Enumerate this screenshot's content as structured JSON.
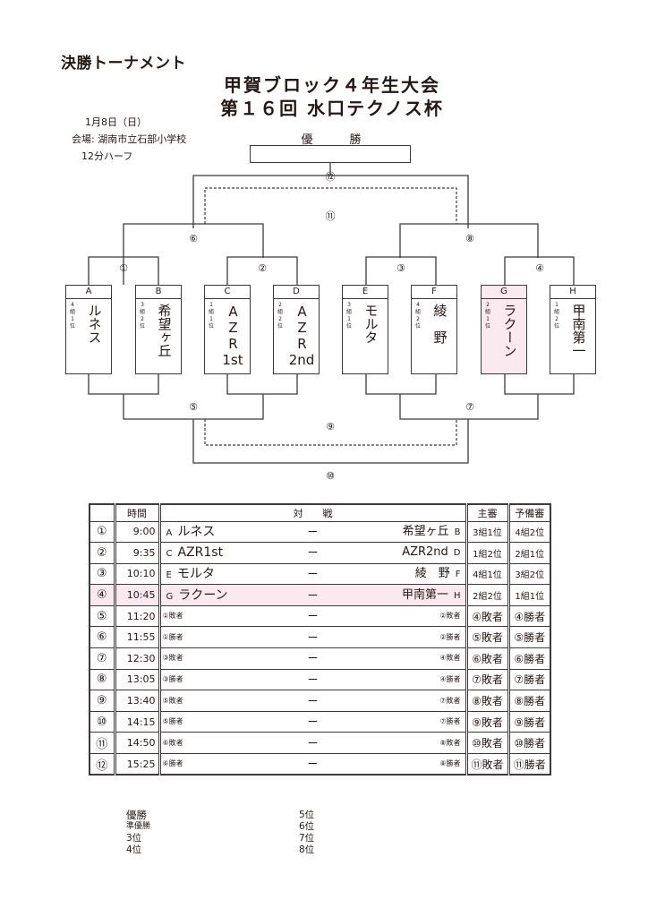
{
  "header": {
    "doc_type": "決勝トーナメント",
    "title_line1": "甲賀ブロック４年生大会",
    "title_line2": "第１６回 水口テクノス杯",
    "date": "1月8日（日）",
    "venue": "会場: 湖南市立石部小学校",
    "format": "12分ハーフ"
  },
  "bracket": {
    "champion_label": "優　勝",
    "match_labels": {
      "m1": "①",
      "m2": "②",
      "m3": "③",
      "m4": "④",
      "m5": "⑤",
      "m6": "⑥",
      "m7": "⑦",
      "m8": "⑧",
      "m9": "⑨",
      "m10": "⑩",
      "m11": "⑪",
      "m12": "⑫"
    },
    "teams": [
      {
        "letter": "A",
        "rank": "4組1位",
        "rank_chars": [
          "4",
          "組",
          "1",
          "位"
        ],
        "name": "ルネス",
        "highlight": false
      },
      {
        "letter": "B",
        "rank": "3組2位",
        "rank_chars": [
          "3",
          "組",
          "2",
          "位"
        ],
        "name": "希望ヶ丘",
        "highlight": false
      },
      {
        "letter": "C",
        "rank": "1組1位",
        "rank_chars": [
          "1",
          "組",
          "1",
          "位"
        ],
        "name": "AZR",
        "name_sub": "1st",
        "highlight": false
      },
      {
        "letter": "D",
        "rank": "2組2位",
        "rank_chars": [
          "2",
          "組",
          "2",
          "位"
        ],
        "name": "AZR",
        "name_sub": "2nd",
        "highlight": false
      },
      {
        "letter": "E",
        "rank": "3組1位",
        "rank_chars": [
          "3",
          "組",
          "1",
          "位"
        ],
        "name": "モルタ",
        "highlight": false
      },
      {
        "letter": "F",
        "rank": "4組2位",
        "rank_chars": [
          "4",
          "組",
          "2",
          "位"
        ],
        "name": "綾　野",
        "highlight": false
      },
      {
        "letter": "G",
        "rank": "2組1位",
        "rank_chars": [
          "2",
          "組",
          "1",
          "位"
        ],
        "name": "ラクーン",
        "highlight": true
      },
      {
        "letter": "H",
        "rank": "1組2位",
        "rank_chars": [
          "1",
          "組",
          "2",
          "位"
        ],
        "name": "甲南第一",
        "highlight": false
      }
    ]
  },
  "schedule": {
    "headers": {
      "no": "",
      "time": "時間",
      "match": "対　　戦",
      "referee": "主審",
      "reserve": "予備審"
    },
    "dash": "ー",
    "rows": [
      {
        "no": "①",
        "time": "9:00",
        "left_letter": "A",
        "left": "ルネス",
        "right": "希望ヶ丘",
        "right_letter": "B",
        "referee": "3組1位",
        "reserve": "4組2位",
        "highlight": false
      },
      {
        "no": "②",
        "time": "9:35",
        "left_letter": "C",
        "left": "AZR1st",
        "right": "AZR2nd",
        "right_letter": "D",
        "referee": "1組2位",
        "reserve": "2組1位",
        "highlight": false
      },
      {
        "no": "③",
        "time": "10:10",
        "left_letter": "E",
        "left": "モルタ",
        "right": "綾　野",
        "right_letter": "F",
        "referee": "4組1位",
        "reserve": "3組2位",
        "highlight": false
      },
      {
        "no": "④",
        "time": "10:45",
        "left_letter": "G",
        "left": "ラクーン",
        "right": "甲南第一",
        "right_letter": "H",
        "referee": "2組2位",
        "reserve": "1組1位",
        "highlight": true
      },
      {
        "no": "⑤",
        "time": "11:20",
        "left": "①敗者",
        "right": "②敗者",
        "referee": "④敗者",
        "reserve": "④勝者"
      },
      {
        "no": "⑥",
        "time": "11:55",
        "left": "①勝者",
        "right": "②勝者",
        "referee": "⑤敗者",
        "reserve": "⑤勝者"
      },
      {
        "no": "⑦",
        "time": "12:30",
        "left": "③敗者",
        "right": "④敗者",
        "referee": "⑥敗者",
        "reserve": "⑥勝者"
      },
      {
        "no": "⑧",
        "time": "13:05",
        "left": "③勝者",
        "right": "④勝者",
        "referee": "⑦敗者",
        "reserve": "⑦勝者"
      },
      {
        "no": "⑨",
        "time": "13:40",
        "left": "⑤敗者",
        "right": "⑦敗者",
        "referee": "⑧敗者",
        "reserve": "⑧勝者"
      },
      {
        "no": "⑩",
        "time": "14:15",
        "left": "⑤勝者",
        "right": "⑦勝者",
        "referee": "⑨敗者",
        "reserve": "⑨勝者"
      },
      {
        "no": "⑪",
        "time": "14:50",
        "left": "⑥敗者",
        "right": "⑧敗者",
        "referee": "⑩敗者",
        "reserve": "⑩勝者"
      },
      {
        "no": "⑫",
        "time": "15:25",
        "left": "⑥勝者",
        "right": "⑧勝者",
        "referee": "⑪敗者",
        "reserve": "⑪勝者"
      }
    ]
  },
  "standings": {
    "left": [
      "優勝",
      "準優勝",
      "3位",
      "4位"
    ],
    "right": [
      "5位",
      "6位",
      "7位",
      "8位"
    ]
  },
  "colors": {
    "line": "#3e3a39",
    "highlight": "#fbe9f0"
  }
}
